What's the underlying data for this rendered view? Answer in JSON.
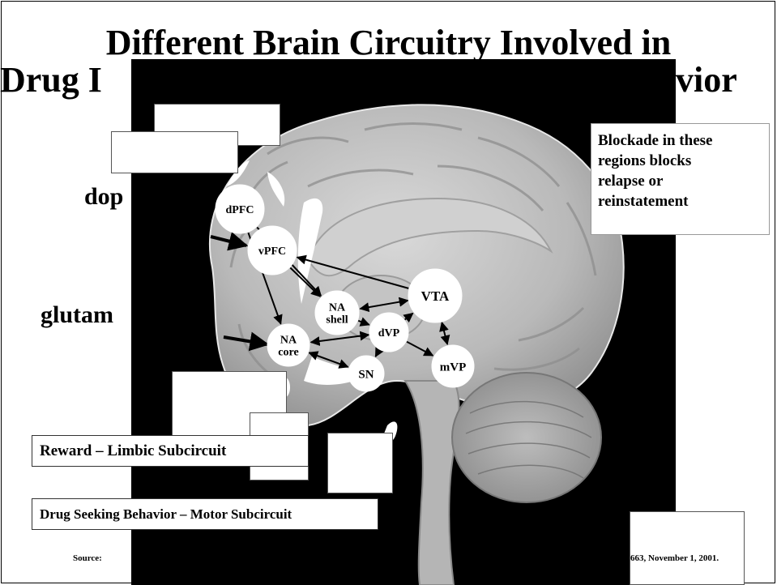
{
  "slide": {
    "title_line1": "Different Brain Circuitry Involved in",
    "title_line2_left": "Drug I",
    "title_line2_right": "avior",
    "left_label_dopamine": "dop",
    "left_label_glutamate": "glutam",
    "note_lines": [
      "Blockade in these",
      " regions blocks",
      " relapse or",
      " reinstatement"
    ],
    "reward_box": "Reward – Limbic Subcircuit",
    "motor_box": "Drug Seeking Behavior – Motor Subcircuit",
    "source_left": "Source:",
    "source_right": "663, November 1, 2001."
  },
  "diagram": {
    "nodes": [
      {
        "id": "dPFC",
        "lines": [
          "dPFC"
        ]
      },
      {
        "id": "vPFC",
        "lines": [
          "vPFC"
        ]
      },
      {
        "id": "VTA",
        "lines": [
          "VTA"
        ]
      },
      {
        "id": "NA_shell",
        "lines": [
          "NA",
          "shell"
        ]
      },
      {
        "id": "dVP",
        "lines": [
          "dVP"
        ]
      },
      {
        "id": "NA_core",
        "lines": [
          "NA",
          "core"
        ]
      },
      {
        "id": "SN",
        "lines": [
          "SN"
        ]
      },
      {
        "id": "mVP",
        "lines": [
          "mVP"
        ]
      }
    ],
    "edges": [
      {
        "from": "dPFC",
        "to": "NA_shell"
      },
      {
        "from": "dPFC",
        "to": "NA_core"
      },
      {
        "from": "vPFC",
        "to": "NA_shell"
      },
      {
        "from": "VTA",
        "to": "vPFC"
      },
      {
        "from": "VTA",
        "to": "NA_shell",
        "bidirectional": true
      },
      {
        "from": "VTA",
        "to": "mVP",
        "bidirectional": true
      },
      {
        "from": "NA_shell",
        "to": "dVP"
      },
      {
        "from": "dVP",
        "to": "VTA"
      },
      {
        "from": "dVP",
        "to": "NA_core",
        "bidirectional": true
      },
      {
        "from": "dVP",
        "to": "SN"
      },
      {
        "from": "dVP",
        "to": "mVP"
      },
      {
        "from": "NA_core",
        "to": "SN",
        "bidirectional": true
      }
    ]
  }
}
